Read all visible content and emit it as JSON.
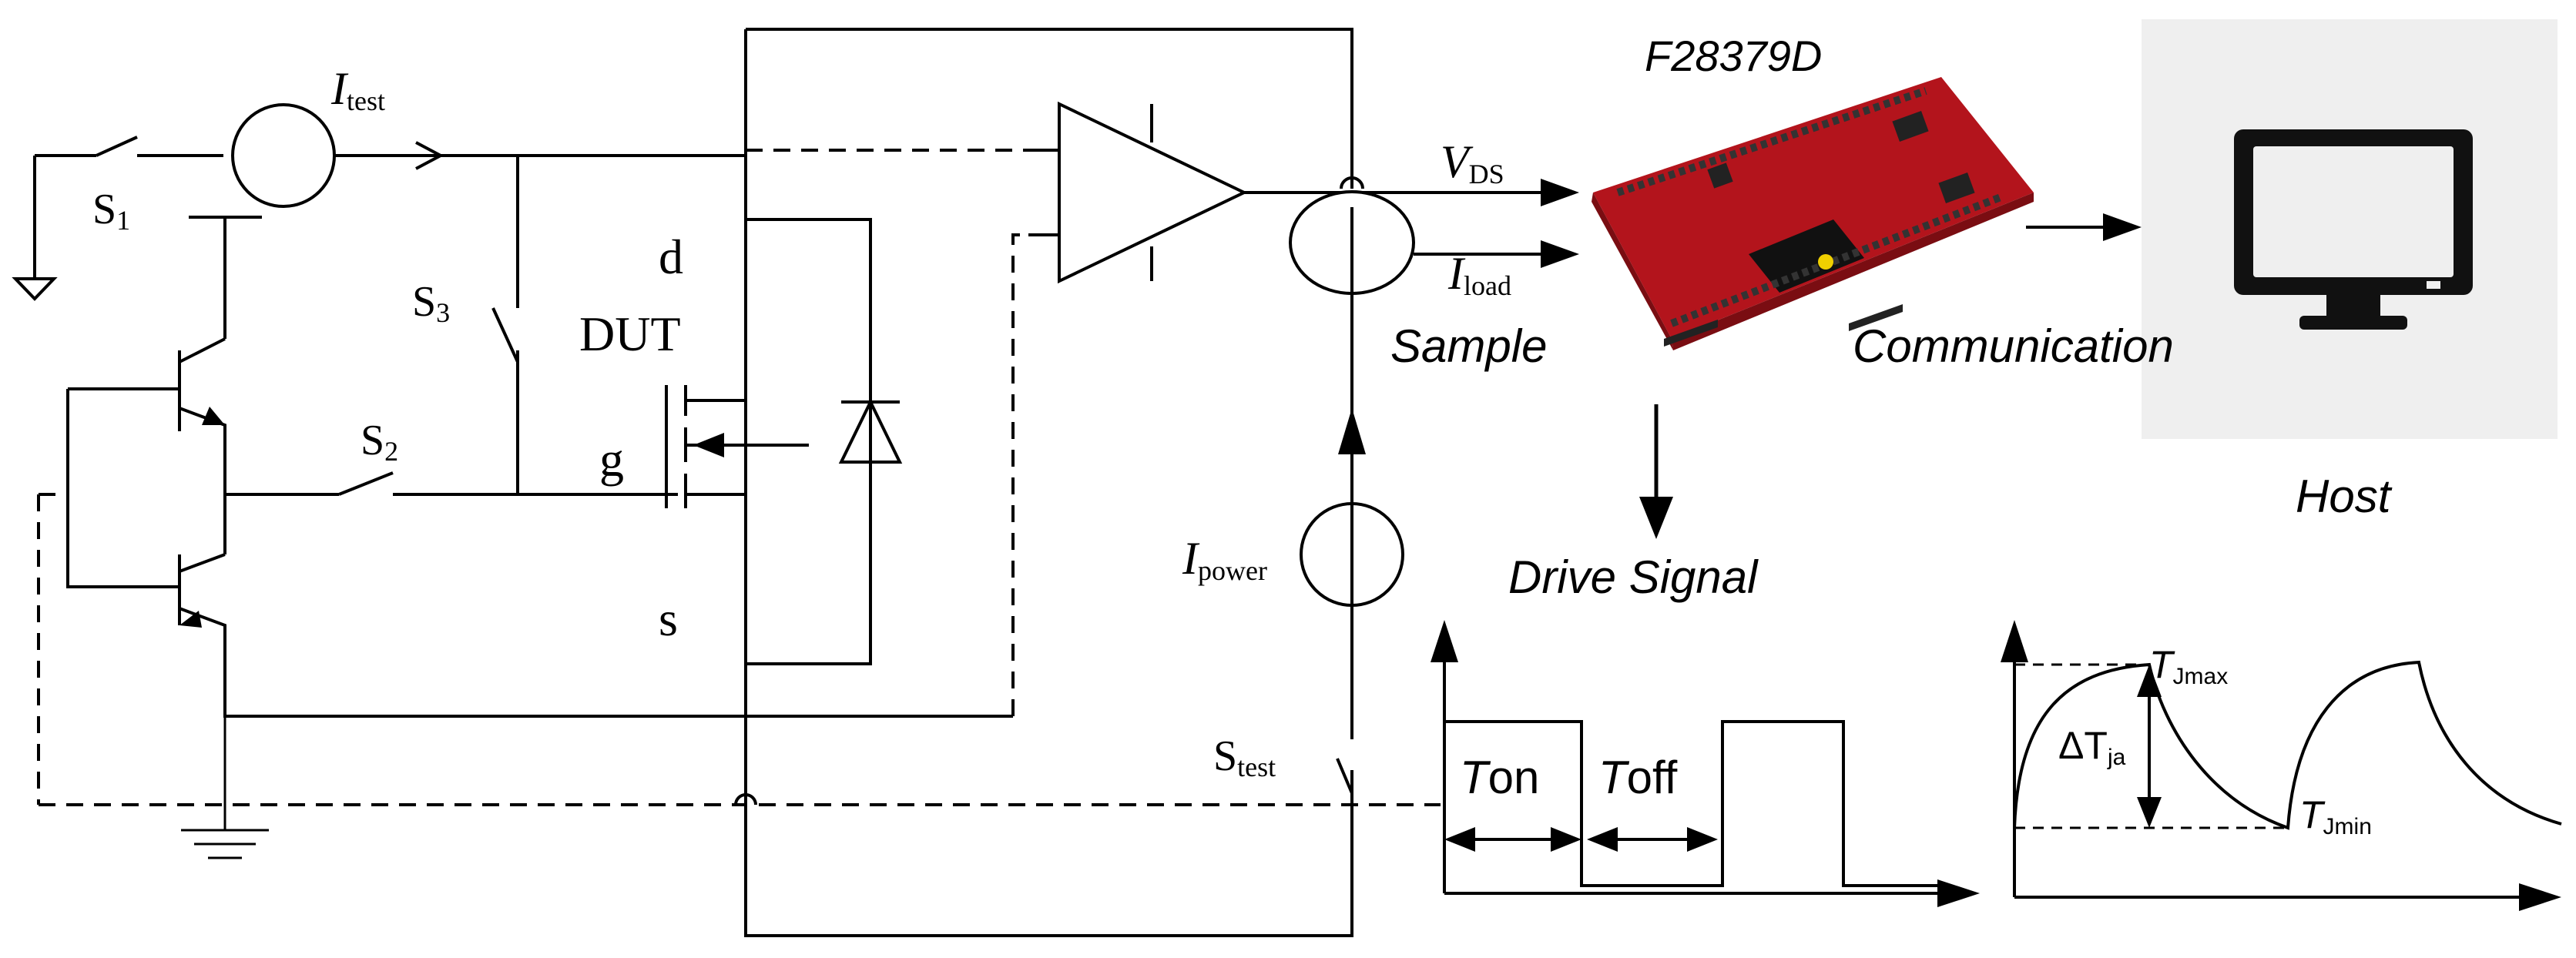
{
  "labels": {
    "s1": {
      "main": "S",
      "sub": "1"
    },
    "s2": {
      "main": "S",
      "sub": "2"
    },
    "s3": {
      "main": "S",
      "sub": "3"
    },
    "itest": {
      "main": "I",
      "sub": "test"
    },
    "ipower": {
      "main": "I",
      "sub": "power"
    },
    "stest": {
      "main": "S",
      "sub": "test"
    },
    "vds": {
      "main": "V",
      "sub": "DS"
    },
    "iload": {
      "main": "I",
      "sub": "load"
    },
    "drain": "d",
    "dut": "DUT",
    "gate": "g",
    "source": "s",
    "board": "F28379D",
    "sample": "Sample",
    "communication": "Communication",
    "host": "Host",
    "drive_signal": "Drive Signal",
    "ton": {
      "main": "T",
      "rest": "on"
    },
    "toff": {
      "main": "T",
      "rest": "off"
    },
    "tjmax": {
      "main": "T",
      "sub": "Jmax"
    },
    "tjmin": {
      "main": "T",
      "sub": "Jmin"
    },
    "delta_tja": {
      "main": "ΔT",
      "sub": "ja"
    }
  },
  "colors": {
    "board_red": "#b3141c",
    "board_dark": "#7a0d12",
    "host_panel": "#efefef",
    "monitor": "#111111"
  },
  "icons": {
    "host": "desktop-monitor-icon",
    "board": "microcontroller-board-icon"
  }
}
